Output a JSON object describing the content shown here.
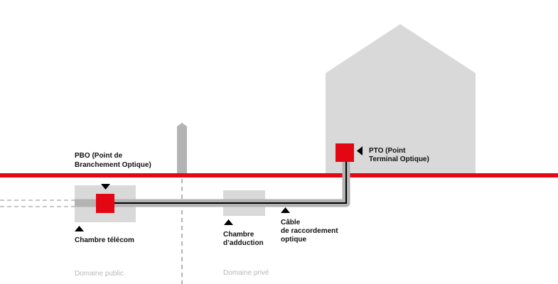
{
  "labels": {
    "pbo": [
      "PBO (Point de",
      "Branchement Optique)"
    ],
    "chambre_telecom": "Chambre télécom",
    "chambre_adduction": [
      "Chambre",
      "d’adduction"
    ],
    "cable": [
      "Câble",
      "de raccordement",
      "optique"
    ],
    "pto": [
      "PTO (Point",
      "Terminal Optique)"
    ],
    "domaine_public": "Domaine public",
    "domaine_prive": "Domaine privé"
  },
  "colors": {
    "red": "#e30613",
    "grey": "#d9d9d9",
    "cable_grey": "#b3b3b3",
    "text": "#111111"
  }
}
